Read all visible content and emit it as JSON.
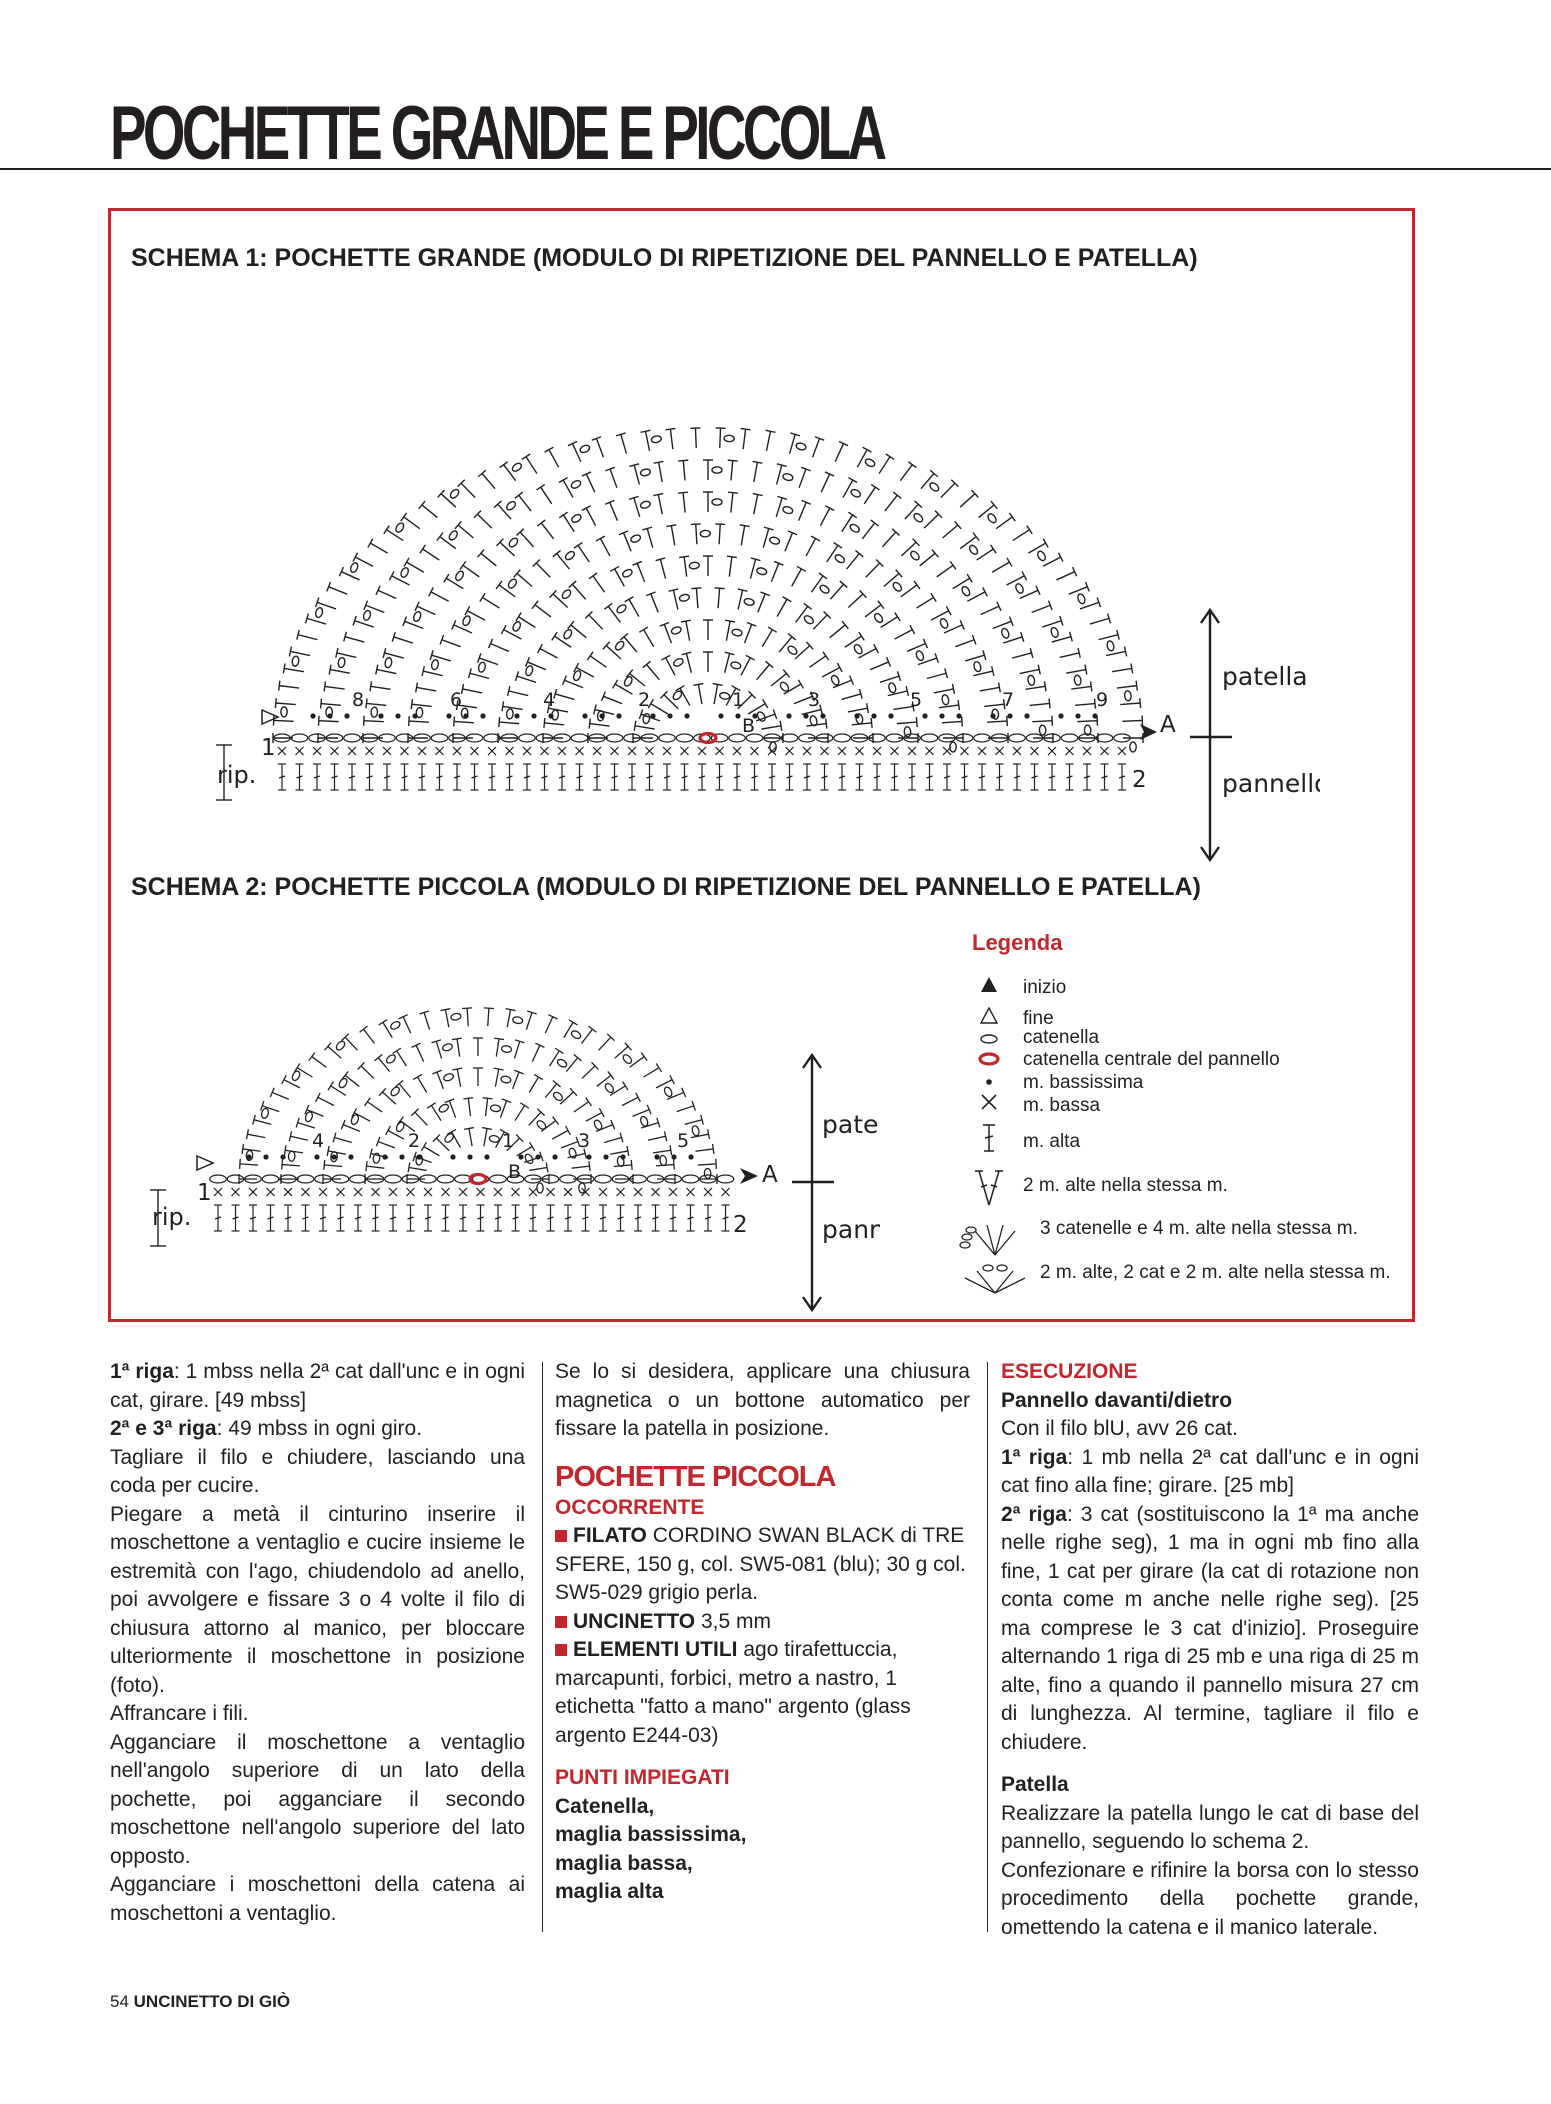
{
  "page": {
    "title": "POCHETTE GRANDE E PICCOLA",
    "footer_num": "54",
    "footer_mag": "UNCINETTO DI GIÒ"
  },
  "schema1": {
    "title": "SCHEMA 1: POCHETTE GRANDE (MODULO DI RIPETIZIONE DEL PANNELLO E PATELLA)",
    "patella": "patella",
    "pannello": "pannello",
    "rip": "rip.",
    "row1": "1",
    "row2": "2",
    "point_a": "A",
    "point_b": "B",
    "numbers": [
      "8",
      "6",
      "4",
      "2",
      "1",
      "3",
      "5",
      "7",
      "9"
    ]
  },
  "schema2": {
    "title": "SCHEMA 2: POCHETTE PICCOLA (MODULO DI RIPETIZIONE DEL PANNELLO E PATELLA)",
    "patella": "patella",
    "pannello": "pannello",
    "rip": "rip.",
    "row1": "1",
    "row2": "2",
    "point_a": "A",
    "point_b": "B",
    "numbers": [
      "4",
      "2",
      "1",
      "3",
      "5"
    ]
  },
  "legend": {
    "title": "Legenda",
    "items": [
      "inizio",
      "fine",
      "catenella",
      "catenella centrale del pannello",
      "m. bassissima",
      "m. bassa",
      "m. alta",
      "2 m. alte nella stessa m.",
      "3 catenelle e 4 m. alte nella stessa m.",
      "2 m. alte, 2 cat e 2 m. alte nella stessa m."
    ]
  },
  "col1": {
    "p1_b": "1ª riga",
    "p1": ": 1 mbss nella 2ª cat dall'unc e in ogni cat, girare. [49 mbss]",
    "p2_b": "2ª e 3ª riga",
    "p2": ": 49 mbss in ogni giro.",
    "p3": "Tagliare il filo e chiudere, lasciando una coda per cucire.",
    "p4": "Piegare a metà il cinturino inserire il moschettone a ventaglio e cucire insieme le estremità con l'ago, chiudendolo ad anello, poi avvolgere e fissare 3 o 4 volte il filo di chiusura attorno al manico, per bloccare ulteriormente il moschettone in posizione (foto).",
    "p5": "Affrancare i fili.",
    "p6": "Agganciare il moschettone a ventaglio nell'angolo superiore di un lato della pochette, poi agganciare il secondo moschettone nell'angolo superiore del lato opposto.",
    "p7": "Agganciare i moschettoni della catena ai moschettoni a ventaglio."
  },
  "col2": {
    "p1": "Se lo si desidera, applicare una chiusura magnetica o un bottone automatico per fissare la patella in posizione.",
    "heading": "POCHETTE PICCOLA",
    "occ": "OCCORRENTE",
    "filato_b": "FILATO",
    "filato": " CORDINO SWAN BLACK di TRE SFERE, 150 g, col. SW5-081 (blu); 30 g col. SW5-029 grigio perla.",
    "unc_b": "UNCINETTO",
    "unc": " 3,5 mm",
    "elem_b": "ELEMENTI UTILI",
    "elem": " ago tirafettuccia, marcapunti, forbici, metro a nastro, 1 etichetta \"fatto a mano\" argento (glass argento E244-03)",
    "punti": "PUNTI IMPIEGATI",
    "pi1": "Catenella,",
    "pi2": "maglia bassissima,",
    "pi3": "maglia bassa,",
    "pi4": "maglia alta"
  },
  "col3": {
    "esec": "ESECUZIONE",
    "pann": "Pannello davanti/dietro",
    "p1": "Con il filo blU, avv 26 cat.",
    "p2_b": "1ª riga",
    "p2": ": 1 mb nella 2ª cat dall'unc e in ogni cat fino alla fine; girare. [25 mb]",
    "p3_b": "2ª riga",
    "p3": ": 3 cat (sostituiscono la 1ª ma anche nelle righe seg), 1 ma in ogni mb fino alla fine, 1 cat per girare (la cat di rotazione non conta come m anche nelle righe seg). [25 ma comprese le 3 cat d'inizio]. Proseguire alternando 1 riga di 25 mb e una riga di 25 m alte, fino a quando il pannello misura 27 cm di lunghezza. Al termine, tagliare il filo e chiudere.",
    "patella": "Patella",
    "p4": "Realizzare la patella lungo le cat di base del pannello, seguendo lo schema 2.",
    "p5": "Confezionare e rifinire la borsa con lo stesso procedimento della pochette grande, omettendo la catena e il manico laterale."
  },
  "colors": {
    "accent": "#c1272d",
    "text": "#231f20"
  }
}
